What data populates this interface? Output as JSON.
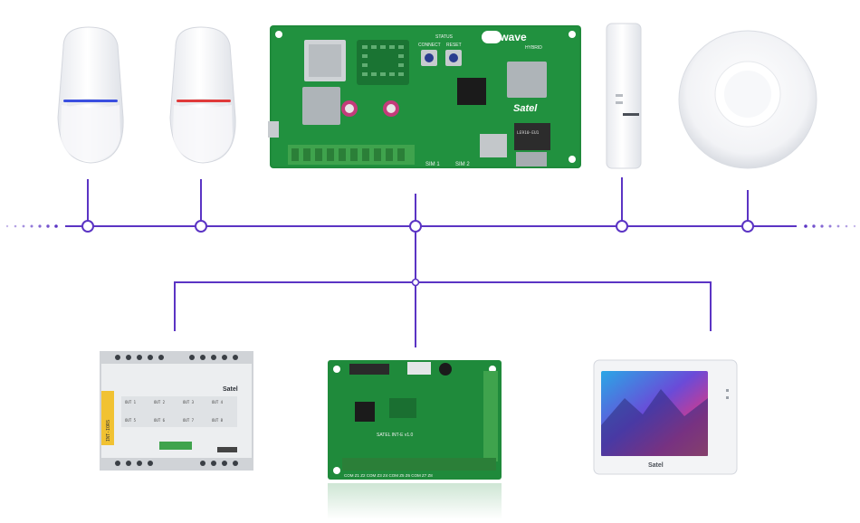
{
  "colors": {
    "bus": "#5b34c4",
    "pcb": "#1f8a3b",
    "pcb_dark": "#166e2d",
    "terminal": "#3fa34d",
    "blue_led": "#3a4fe0",
    "red_led": "#e03a3a"
  },
  "gateway_board": {
    "brand_logo": "be wave",
    "brand_sub": "HYBRID",
    "button_connect": "CONNECT",
    "button_reset": "RESET",
    "status_label": "STATUS",
    "satel_label": "Satel",
    "sim1_label": "SIM 1",
    "sim2_label": "SIM 2",
    "modem_label": "LE910-EU1"
  },
  "expander_board": {
    "label": "SATEL INT-E v1.0",
    "terminals": "COM Z1 Z2 COM Z3 Z4 COM Z5 Z6 COM Z7 Z8"
  },
  "din_module": {
    "brand": "Satel",
    "side_label": "INT-IORS",
    "outputs": [
      "OUT 1",
      "OUT 2",
      "OUT 3",
      "OUT 4",
      "OUT 5",
      "OUT 6",
      "OUT 7",
      "OUT 8"
    ]
  },
  "touch_panel": {
    "brand": "Satel"
  }
}
